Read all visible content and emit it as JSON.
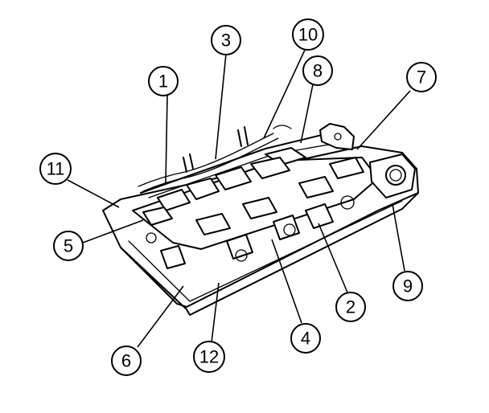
{
  "figure": {
    "callouts": [
      {
        "id": "c1",
        "label": "1"
      },
      {
        "id": "c2",
        "label": "2"
      },
      {
        "id": "c3",
        "label": "3"
      },
      {
        "id": "c4",
        "label": "4"
      },
      {
        "id": "c5",
        "label": "5"
      },
      {
        "id": "c6",
        "label": "6"
      },
      {
        "id": "c7",
        "label": "7"
      },
      {
        "id": "c8",
        "label": "8"
      },
      {
        "id": "c9",
        "label": "9"
      },
      {
        "id": "c10",
        "label": "10"
      },
      {
        "id": "c11",
        "label": "11"
      },
      {
        "id": "c12",
        "label": "12"
      }
    ],
    "colors": {
      "line": "#000000",
      "background": "#ffffff"
    }
  }
}
